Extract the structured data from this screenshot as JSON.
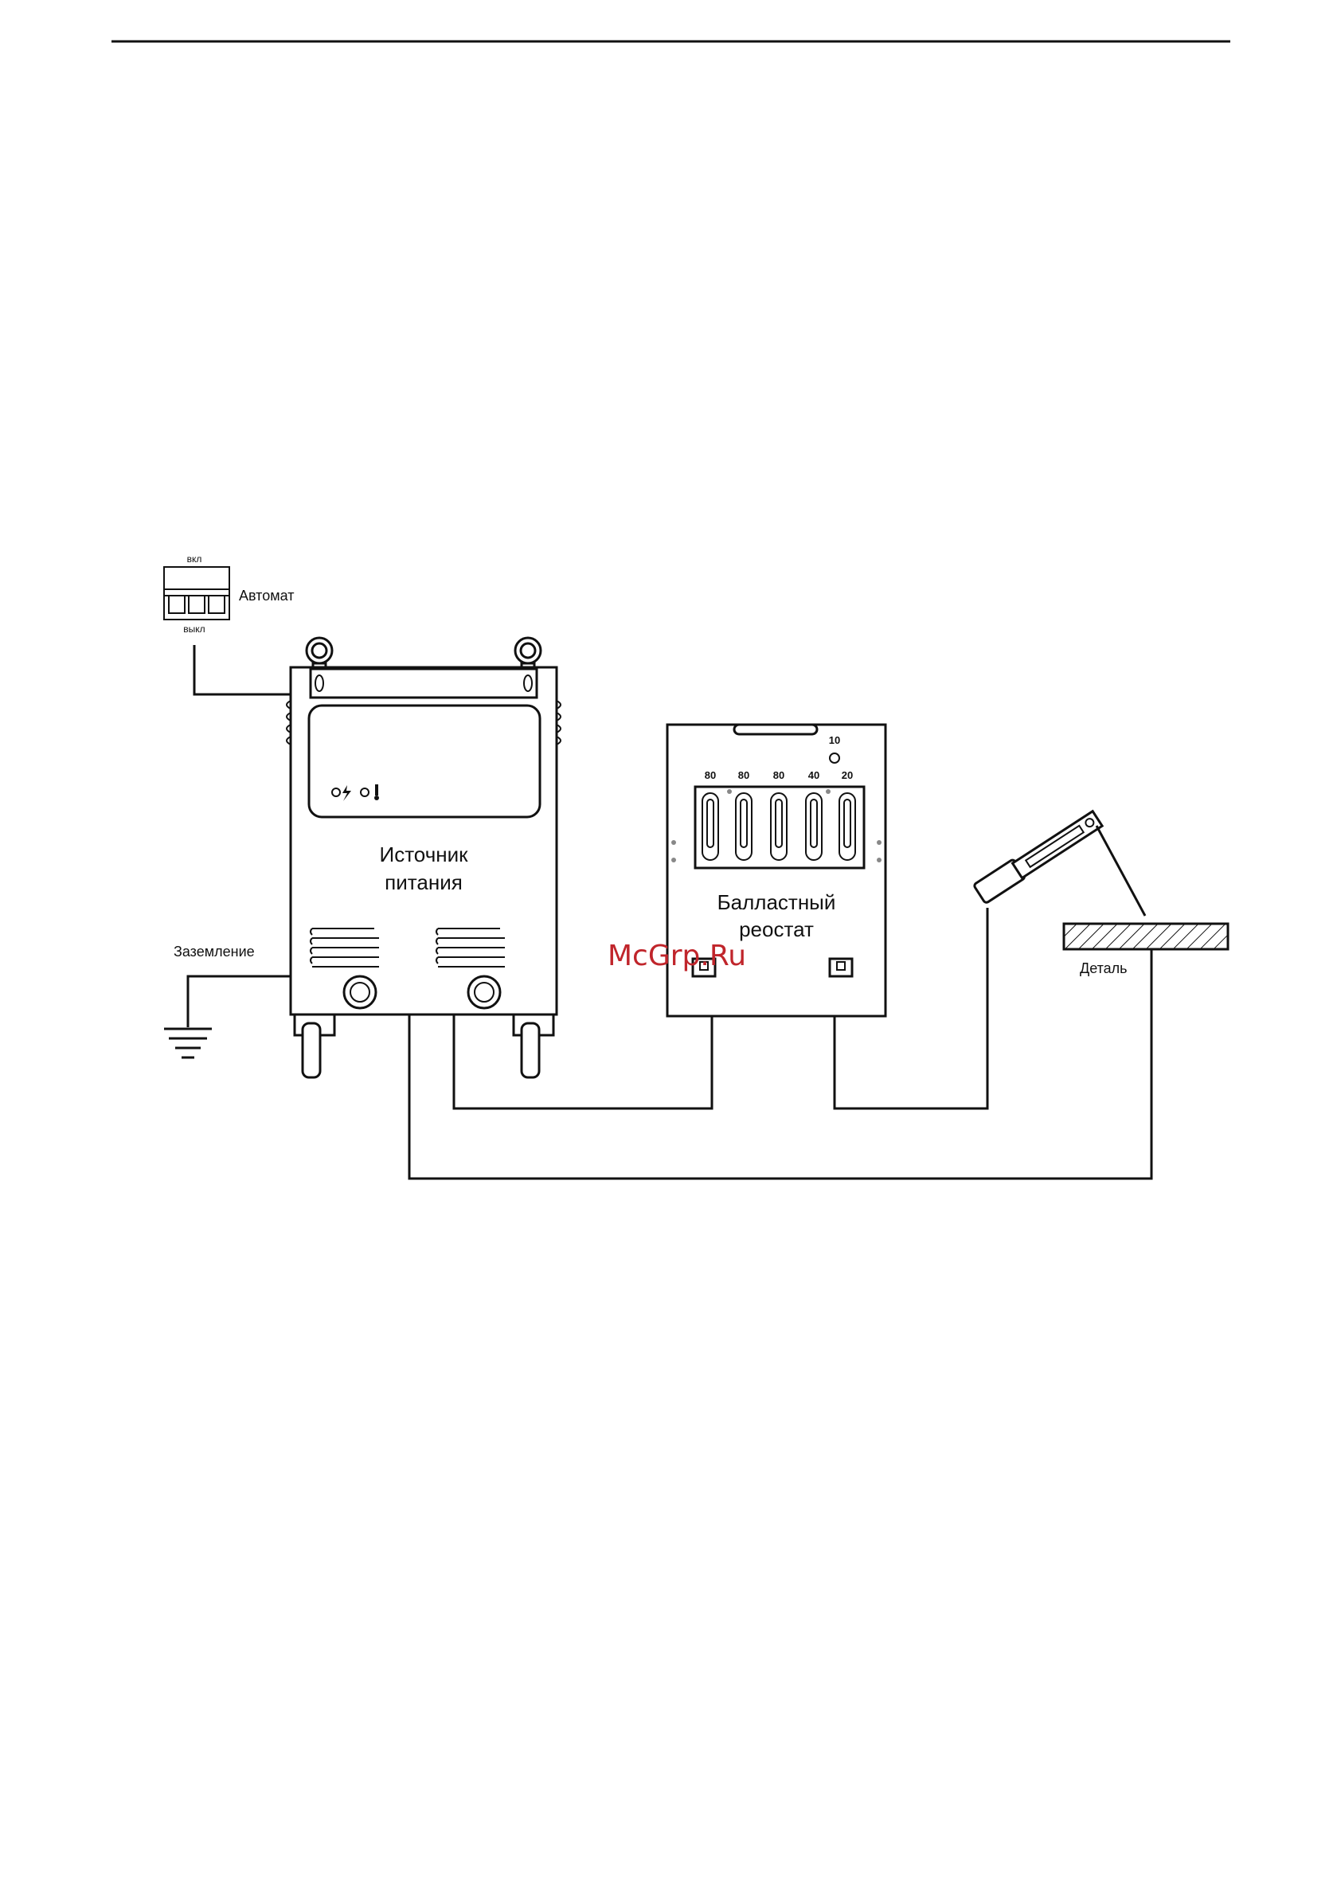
{
  "diagram": {
    "breaker": {
      "label": "Автомат",
      "on_label": "вкл",
      "off_label": "выкл"
    },
    "power_source": {
      "label_line1": "Источник",
      "label_line2": "питания"
    },
    "ground": {
      "label": "Заземление"
    },
    "rheostat": {
      "label_line1": "Балластный",
      "label_line2": "реостат",
      "switch_values": [
        "80",
        "80",
        "80",
        "40",
        "20"
      ],
      "extra_value": "10"
    },
    "workpiece": {
      "label": "Деталь"
    }
  },
  "watermark": {
    "text": "McGrp.Ru",
    "color": "#c0252b"
  }
}
